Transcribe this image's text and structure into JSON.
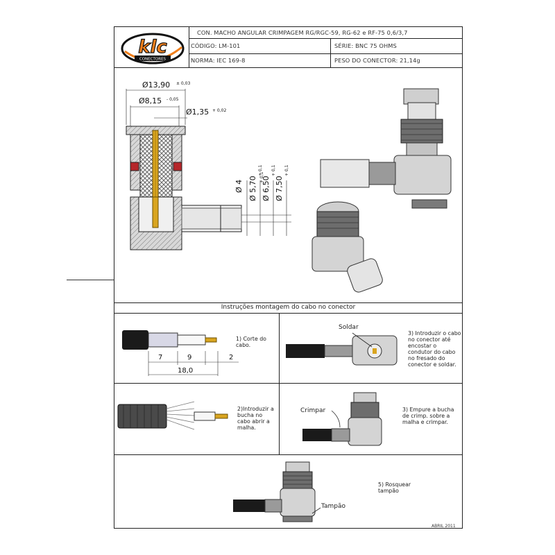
{
  "logo": {
    "brand": "klc",
    "sub": "CONECTORES"
  },
  "header": {
    "title": "CON. MACHO ANGULAR CRIMPAGEM RG/RGC-59, RG-62 e RF-75 0,6/3,7",
    "codigo": "CÓDIGO: LM-101",
    "serie": "SÉRIE: BNC 75 OHMS",
    "norma": "NORMA: IEC  169-8",
    "peso": "PESO DO CONECTOR: 21,14g"
  },
  "dims": {
    "d1": "Ø13,90",
    "d1_tol": "± 0,03",
    "d2": "Ø8,15",
    "d2_tol": "- 0,05",
    "d3": "Ø1,35",
    "d3_tol": "+ 0,02",
    "v1": "Ø 4",
    "v1_tol": "+ 0,1",
    "v2": "Ø 5,70",
    "v2_tol": "+ 0,1",
    "v3": "Ø 6,50",
    "v3_tol": "+ 0,1",
    "v4": "Ø 7,50",
    "v4_tol": "+ 0,1"
  },
  "instructions": {
    "title": "Instruções montagem do cabo no conector",
    "step1": "1) Corte do cabo.",
    "step1_dims": {
      "a": "7",
      "b": "9",
      "c": "2",
      "total": "18,0"
    },
    "step2": "2)Introduzir a bucha no cabo abrir a malha.",
    "step3": "3) Introduzir o cabo no conector até encostar o condutor do cabo no fresado do conector e soldar.",
    "step3_label": "Soldar",
    "step4": "3) Empure a bucha de crimp. sobre a malha e crimpar.",
    "step4_label": "Crimpar",
    "step5": "5) Rosquear tampão",
    "step5_label": "Tampão"
  },
  "footer": {
    "date": "ABRIL 2011"
  },
  "colors": {
    "line": "#222222",
    "metal": "#bdbdbd",
    "gold": "#d9a520",
    "red": "#b5262a",
    "logo_orange": "#f07f1c"
  }
}
